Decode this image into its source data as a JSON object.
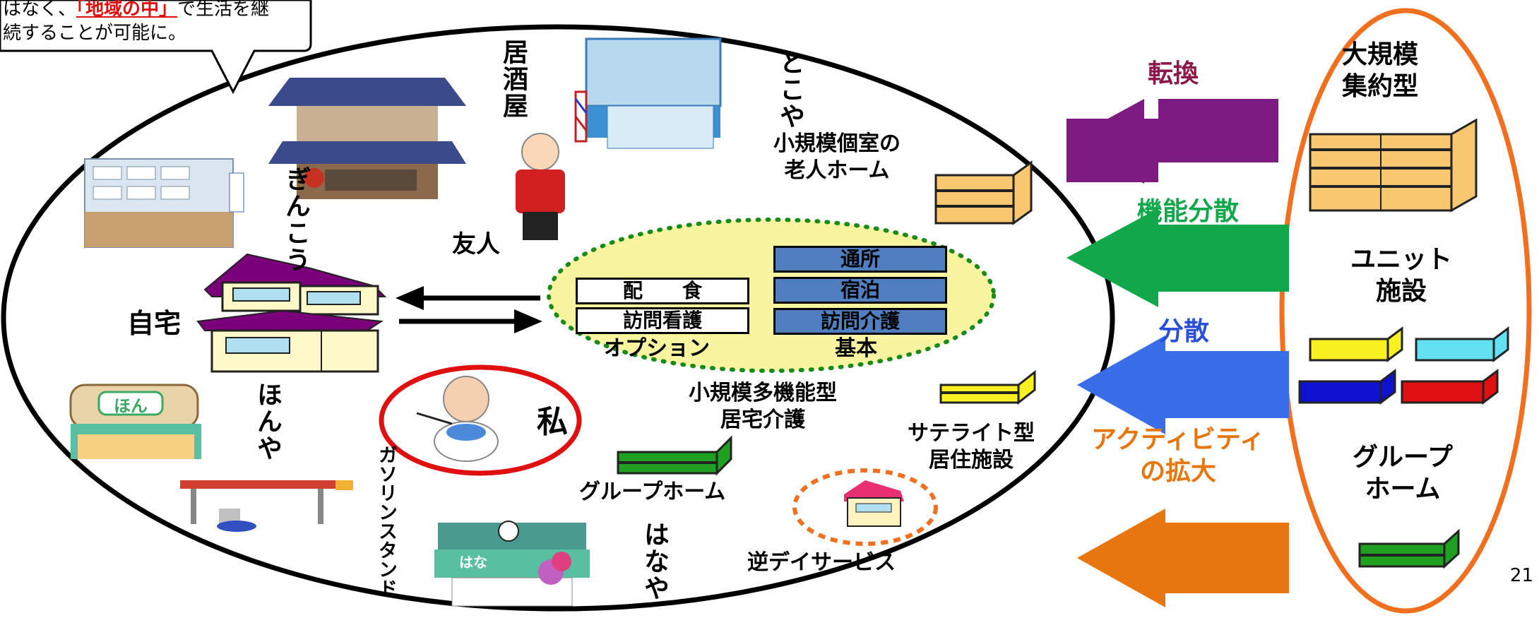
{
  "callout": {
    "line1_prefix": "はなく、",
    "line1_highlight": "「地域の中」",
    "line1_suffix": "で生活を継",
    "line2": "続することが可能に。"
  },
  "places": {
    "izakaya": "居酒屋",
    "tokoya": "とこや",
    "ginkou": "ぎんこう",
    "honya": "ほんや",
    "gas_stand": "ガソリンスタンド",
    "hanaya": "はなや",
    "honya_sign": "ほん",
    "hanaya_sign": "はな"
  },
  "labels": {
    "friend": "友人",
    "home": "自宅",
    "me": "私",
    "small_private_home": "小規模個室の\n老人ホーム",
    "small_multifunction": "小規模多機能型\n居宅介護",
    "satellite": "サテライト型\n居住施設",
    "group_home_inner": "グループホーム",
    "reverse_day": "逆デイサービス"
  },
  "services": {
    "option_items": [
      "配　　食",
      "訪問看護"
    ],
    "option_label": "オプション",
    "basic_items": [
      "通所",
      "宿泊",
      "訪問介護"
    ],
    "basic_label": "基本"
  },
  "arrows": [
    {
      "label": "転換",
      "color": "#7b1a80",
      "label_color": "#8b1a4a"
    },
    {
      "label": "機能分散",
      "color": "#10a84a",
      "label_color": "#10a84a"
    },
    {
      "label": "分散",
      "color": "#3a6ee8",
      "label_color": "#2a4fd8"
    },
    {
      "label": "アクティビティ\nの拡大",
      "color": "#e8760e",
      "label_color": "#e8760e"
    }
  ],
  "facilities": {
    "large": "大規模\n集約型",
    "unit": "ユニット\n施設",
    "group": "グループ\nホーム"
  },
  "colors": {
    "ellipse_outline": "#000000",
    "right_ellipse": "#f07020",
    "dotted_bubble_fill": "#f8f4a0",
    "dotted_bubble_border": "#1a8a1a",
    "me_circle": "#e01010",
    "reverse_day_ring": "#f07020"
  },
  "page_number": "21"
}
